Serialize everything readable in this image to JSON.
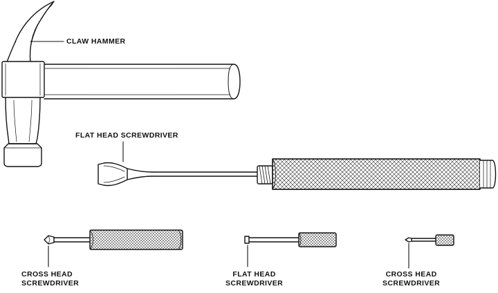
{
  "labels": {
    "claw_hammer": "CLAW HAMMER",
    "flat_head_large": "FLAT HEAD SCREWDRIVER",
    "cross_head_line1": "CROSS HEAD",
    "cross_head_line2": "SCREWDRIVER",
    "flat_head_small_line1": "FLAT HEAD",
    "flat_head_small_line2": "SCREWDRIVER",
    "cross_head_small_line1": "CROSS HEAD",
    "cross_head_small_line2": "SCREWDRIVER"
  },
  "colors": {
    "ink": "#111111",
    "paper": "#ffffff",
    "handle_fill": "#f7f7f7"
  }
}
